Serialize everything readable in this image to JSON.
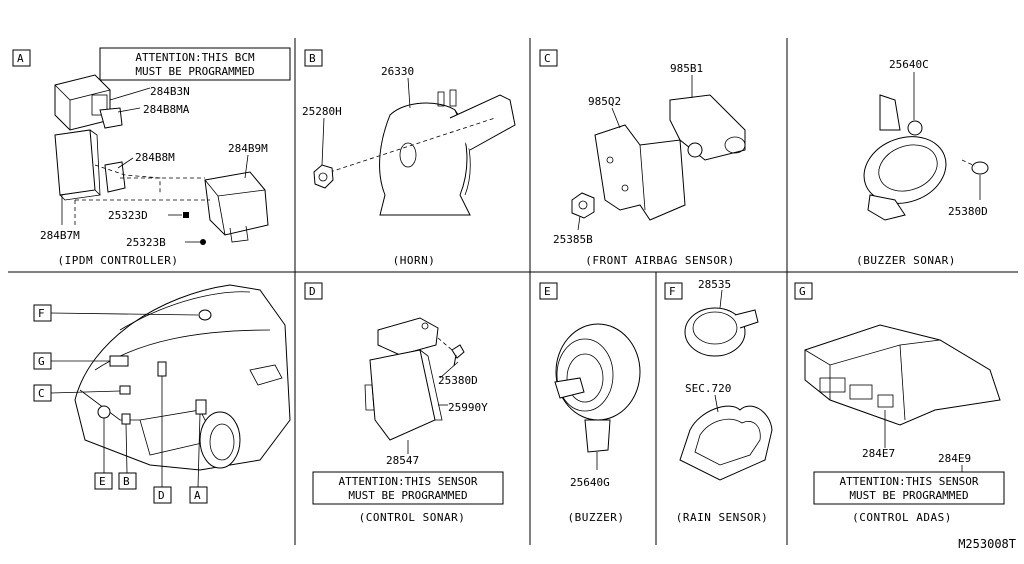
{
  "diagram_id": "M253008T",
  "panels": {
    "A": {
      "letter": "A",
      "caption": "(IPDM CONTROLLER)",
      "attention": [
        "ATTENTION:THIS BCM",
        "MUST BE PROGRAMMED"
      ],
      "parts": [
        "284B3N",
        "284B8MA",
        "284B8M",
        "284B9M",
        "25323D",
        "284B7M",
        "25323B"
      ]
    },
    "B": {
      "letter": "B",
      "caption": "(HORN)",
      "parts": [
        "26330",
        "25280H"
      ]
    },
    "C": {
      "letter": "C",
      "caption": "(FRONT AIRBAG SENSOR)",
      "parts": [
        "985B1",
        "985Q2",
        "25385B"
      ]
    },
    "buzzer_sonar": {
      "caption": "(BUZZER SONAR)",
      "parts": [
        "25640C",
        "25380D"
      ]
    },
    "vehicle": {
      "callouts": [
        "F",
        "G",
        "C",
        "E",
        "B",
        "D",
        "A"
      ]
    },
    "D": {
      "letter": "D",
      "caption": "(CONTROL SONAR)",
      "attention": [
        "ATTENTION:THIS SENSOR",
        "MUST BE PROGRAMMED"
      ],
      "parts": [
        "25380D",
        "25990Y",
        "28547"
      ]
    },
    "E": {
      "letter": "E",
      "caption": "(BUZZER)",
      "parts": [
        "25640G"
      ]
    },
    "F": {
      "letter": "F",
      "caption": "(RAIN SENSOR)",
      "parts": [
        "28535",
        "SEC.720"
      ]
    },
    "G": {
      "letter": "G",
      "caption": "(CONTROL ADAS)",
      "attention": [
        "ATTENTION:THIS SENSOR",
        "MUST BE PROGRAMMED"
      ],
      "parts": [
        "284E7",
        "284E9"
      ]
    }
  }
}
